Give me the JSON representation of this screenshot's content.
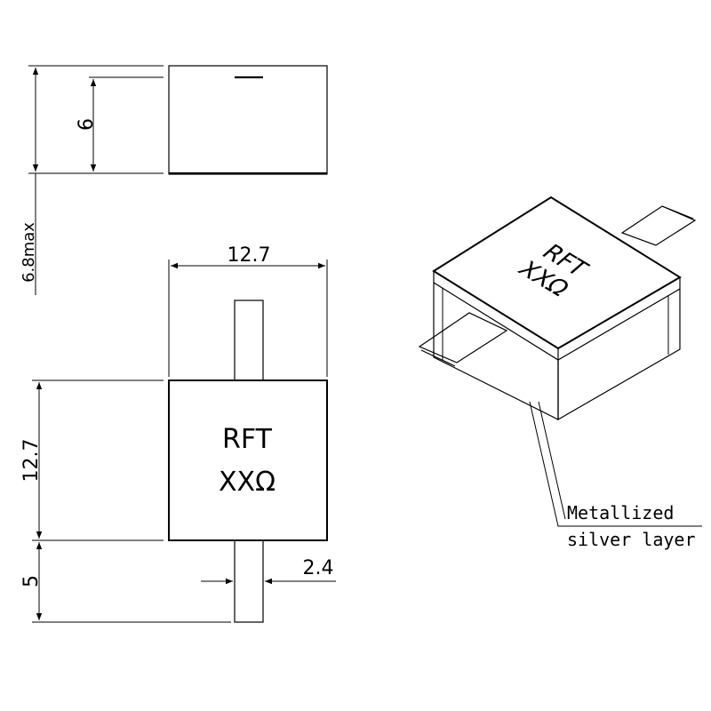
{
  "side_view": {
    "dim_height": "6",
    "dim_total": "6.8max"
  },
  "top_view": {
    "dim_width": "12.7",
    "dim_length": "12.7",
    "dim_tab": "5",
    "dim_tab_width": "2.4",
    "marking_line1": "RFT",
    "marking_line2": "XXΩ"
  },
  "iso_view": {
    "marking_line1": "RFT",
    "marking_line2": "XXΩ",
    "callout_line1": "Metallized",
    "callout_line2": "silver layer"
  }
}
